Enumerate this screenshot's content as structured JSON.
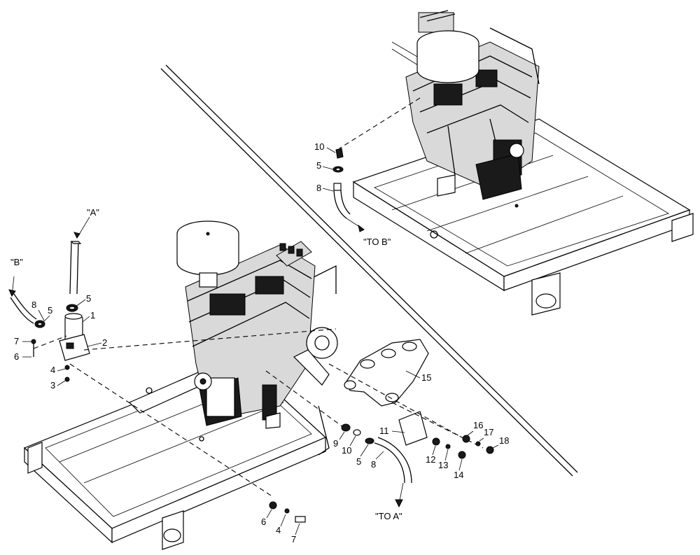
{
  "callouts": {
    "top": {
      "c10": "10",
      "c5": "5",
      "c8": "8",
      "toB": "\"TO B\""
    },
    "left": {
      "A": "\"A\"",
      "B": "\"B\"",
      "c8": "8",
      "c5a": "5",
      "c5b": "5",
      "c1": "1",
      "c2": "2",
      "c7": "7",
      "c6": "6",
      "c4": "4",
      "c3": "3"
    },
    "right": {
      "c15": "15",
      "c11": "11",
      "c9": "9",
      "c10": "10",
      "c5": "5",
      "c8": "8",
      "c16": "16",
      "c17": "17",
      "c18": "18",
      "c12": "12",
      "c13": "13",
      "c14": "14",
      "toA": "\"TO A\""
    },
    "bottom": {
      "c6": "6",
      "c4": "4",
      "c7": "7"
    }
  }
}
